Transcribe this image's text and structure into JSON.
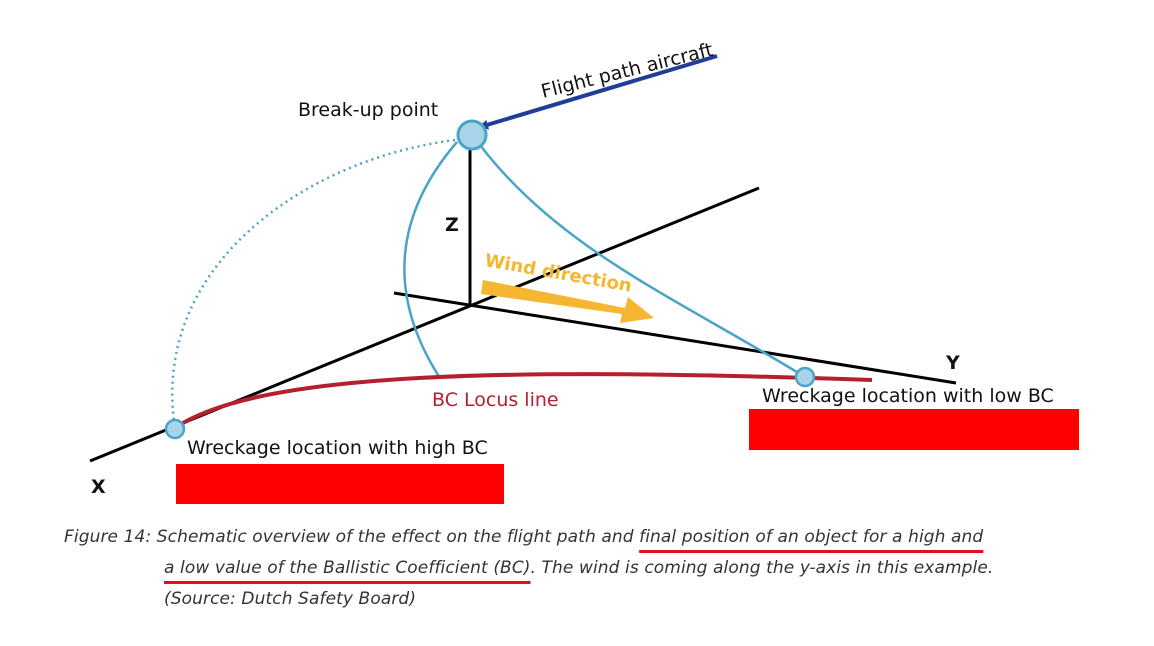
{
  "diagram": {
    "labels": {
      "flight_path": "Flight path aircraft",
      "breakup_point": "Break-up point",
      "z_axis": "Z",
      "y_axis": "Y",
      "x_axis": "X",
      "wind_direction": "Wind direction",
      "bc_locus": "BC Locus line",
      "wreckage_high": "Wreckage location with high BC",
      "wreckage_low": "Wreckage location with low BC"
    },
    "colors": {
      "flight_path": "#1f3d99",
      "trajectory": "#4aa3c8",
      "point_fill": "#a8d4ea",
      "locus": "#b5202e",
      "wind_arrow": "#f5b731",
      "wind_text": "#f5b731",
      "redaction": "#ff0000",
      "axes": "#000000",
      "locus_text": "#b5202e"
    }
  },
  "caption": {
    "line1_a": "Figure 14: Schematic overview of the effect on the flight path and ",
    "line1_b": "final position of an object for a high and",
    "line2_a": "a low value of the Ballistic Coefficient (BC)",
    "line2_b": ". The wind is coming along the y-axis in this example.",
    "line3": "(Source: Dutch Safety Board)"
  }
}
